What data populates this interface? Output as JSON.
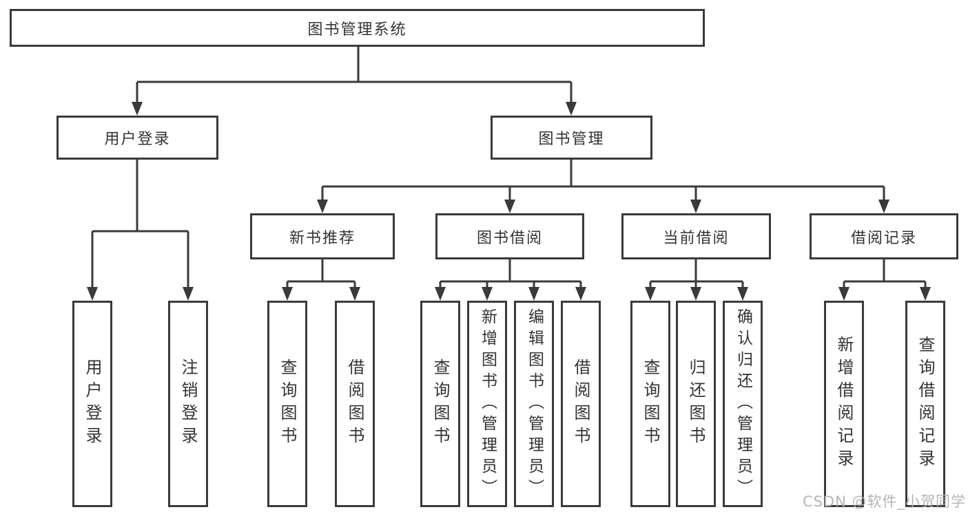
{
  "diagram": {
    "type": "hierarchy-tree",
    "nodes": {
      "root": {
        "label": "图书管理系统"
      },
      "level2": [
        {
          "id": "user-login",
          "label": "用户登录",
          "parent": "root"
        },
        {
          "id": "book-management",
          "label": "图书管理",
          "parent": "root"
        }
      ],
      "level3": [
        {
          "id": "new-book-recommend",
          "label": "新书推荐",
          "parent": "book-management"
        },
        {
          "id": "book-borrow",
          "label": "图书借阅",
          "parent": "book-management"
        },
        {
          "id": "current-borrow",
          "label": "当前借阅",
          "parent": "book-management"
        },
        {
          "id": "borrow-records",
          "label": "借阅记录",
          "parent": "book-management"
        }
      ],
      "leaves": [
        {
          "id": "leaf-user-login",
          "label": "用户登录",
          "parent": "user-login"
        },
        {
          "id": "leaf-logout",
          "label": "注销登录",
          "parent": "user-login"
        },
        {
          "id": "leaf-query-books-1",
          "label": "查询图书",
          "parent": "new-book-recommend"
        },
        {
          "id": "leaf-borrow-book-1",
          "label": "借阅图书",
          "parent": "new-book-recommend"
        },
        {
          "id": "leaf-query-books-2",
          "label": "查询图书",
          "parent": "book-borrow"
        },
        {
          "id": "leaf-add-book-admin",
          "label": "新增图书（管理员）",
          "parent": "book-borrow"
        },
        {
          "id": "leaf-edit-book-admin",
          "label": "编辑图书（管理员）",
          "parent": "book-borrow"
        },
        {
          "id": "leaf-borrow-book-2",
          "label": "借阅图书",
          "parent": "book-borrow"
        },
        {
          "id": "leaf-query-books-3",
          "label": "查询图书",
          "parent": "current-borrow"
        },
        {
          "id": "leaf-return-book",
          "label": "归还图书",
          "parent": "current-borrow"
        },
        {
          "id": "leaf-confirm-return-admin",
          "label": "确认归还（管理员）",
          "parent": "current-borrow"
        },
        {
          "id": "leaf-add-borrow-record",
          "label": "新增借阅记录",
          "parent": "borrow-records"
        },
        {
          "id": "leaf-query-borrow-record",
          "label": "查询借阅记录",
          "parent": "borrow-records"
        }
      ]
    },
    "colors": {
      "background": "#ffffff",
      "box_border": "#3a3a3a",
      "connector_line": "#3a3a3a",
      "text": "#333333",
      "watermark_text": "#b0b0b0"
    }
  },
  "watermark": {
    "text": "CSDN @软件_小贺同学"
  }
}
